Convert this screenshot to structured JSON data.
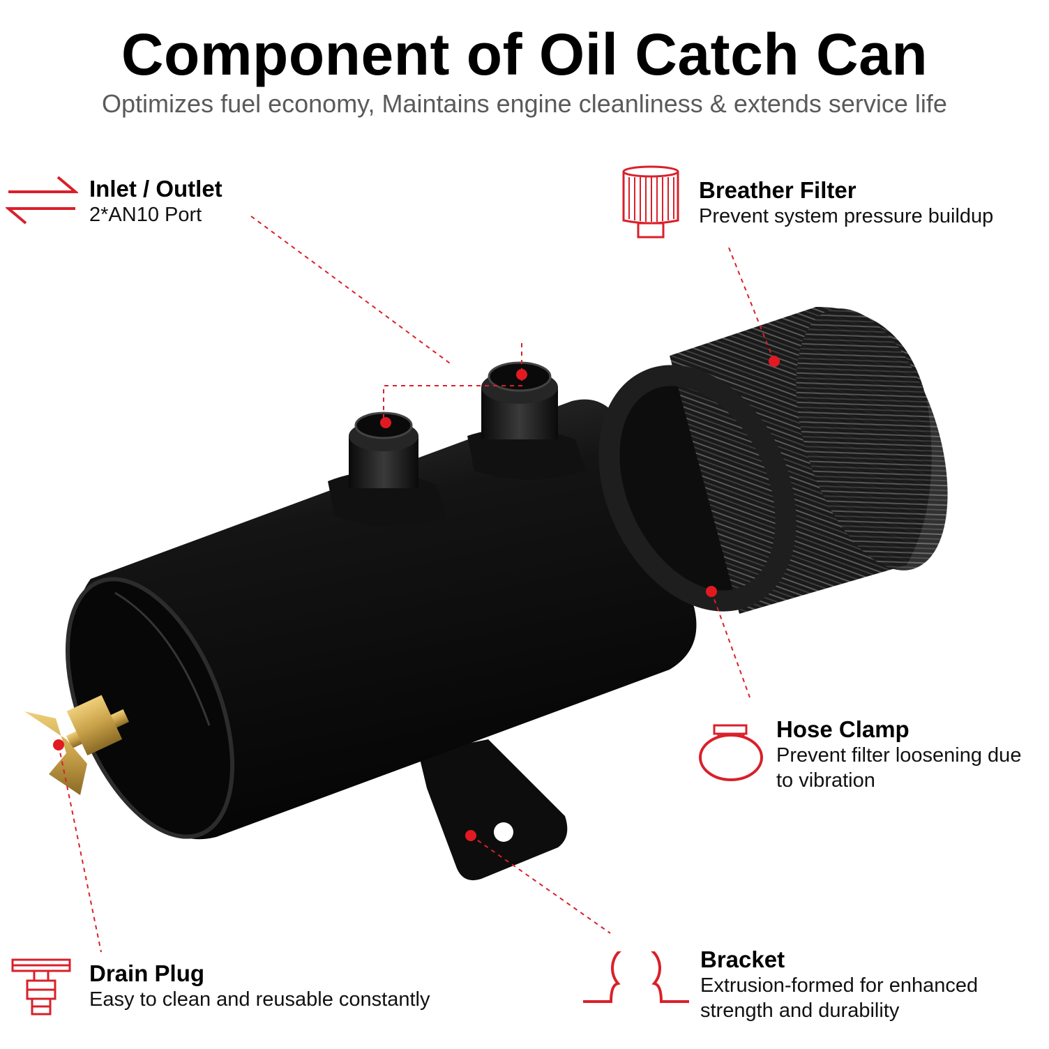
{
  "header": {
    "title": "Component of Oil Catch Can",
    "subtitle": "Optimizes fuel economy, Maintains engine cleanliness & extends service life"
  },
  "callouts": {
    "inlet_outlet": {
      "name": "Inlet / Outlet",
      "desc": "2*AN10 Port",
      "icon": "arrows-exchange-icon"
    },
    "breather_filter": {
      "name": "Breather Filter",
      "desc": "Prevent system pressure buildup",
      "icon": "breather-filter-icon"
    },
    "hose_clamp": {
      "name": "Hose Clamp",
      "desc_line1": "Prevent filter loosening due",
      "desc_line2": "to vibration",
      "icon": "hose-clamp-icon"
    },
    "drain_plug": {
      "name": "Drain Plug",
      "desc": "Easy to clean and reusable constantly",
      "icon": "drain-plug-icon"
    },
    "bracket": {
      "name": "Bracket",
      "desc_line1": "Extrusion-formed for enhanced",
      "desc_line2": "strength and durability",
      "icon": "bracket-icon"
    }
  },
  "colors": {
    "accent": "#d9202a",
    "product": "#0c0c0c",
    "brass": "#c9a24a"
  }
}
